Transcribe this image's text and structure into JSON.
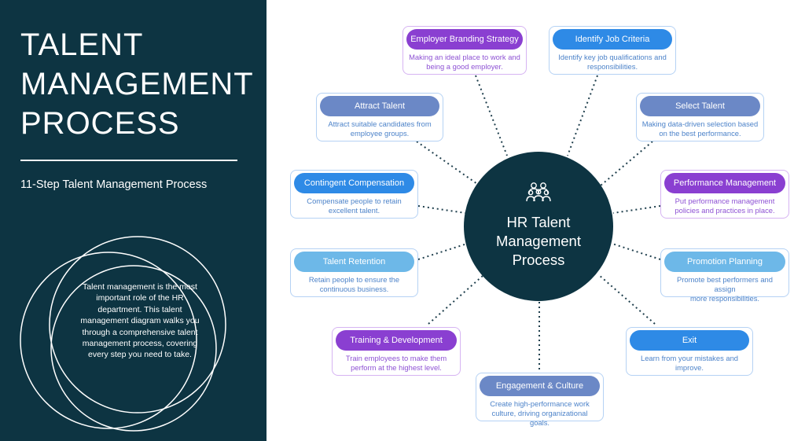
{
  "left": {
    "title_lines": [
      "TALENT",
      "MANAGEMENT",
      "PROCESS"
    ],
    "subtitle": "11-Step Talent Management Process",
    "intro": "Talent management is the most important role of the HR department. This talent management diagram walks you through a comprehensive talent management process, covering every step you need to take."
  },
  "hub": {
    "icon": "team-icon",
    "lines": [
      "HR Talent",
      "Management",
      "Process"
    ]
  },
  "steps": [
    {
      "title": "Employer Branding Strategy",
      "desc": [
        "Making an ideal place to work and",
        "being a good employer."
      ],
      "color": "#8a3fd1",
      "border": "purple"
    },
    {
      "title": "Identify Job Criteria",
      "desc": [
        "Identify key job qualifications and",
        "responsibilities."
      ],
      "color": "#2e8ae6",
      "border": "blue"
    },
    {
      "title": "Attract Talent",
      "desc": [
        "Attract suitable candidates from",
        "employee groups."
      ],
      "color": "#6b88c6",
      "border": "blue"
    },
    {
      "title": "Select Talent",
      "desc": [
        "Making data-driven selection based",
        "on the best performance."
      ],
      "color": "#6b88c6",
      "border": "blue"
    },
    {
      "title": "Contingent Compensation",
      "desc": [
        "Compensate people to retain",
        "excellent talent."
      ],
      "color": "#2e8ae6",
      "border": "blue"
    },
    {
      "title": "Performance Management",
      "desc": [
        "Put performance management",
        "policies and practices in place."
      ],
      "color": "#8a3fd1",
      "border": "purple"
    },
    {
      "title": "Talent Retention",
      "desc": [
        "Retain people to ensure the",
        "continuous business."
      ],
      "color": "#6db8e8",
      "border": "blue"
    },
    {
      "title": "Promotion Planning",
      "desc": [
        "Promote best performers and assign",
        "more responsibilities."
      ],
      "color": "#6db8e8",
      "border": "blue"
    },
    {
      "title": "Training & Development",
      "desc": [
        "Train employees to make them",
        "perform at the highest level."
      ],
      "color": "#8a3fd1",
      "border": "purple"
    },
    {
      "title": "Exit",
      "desc": [
        "Learn from your mistakes and",
        "improve."
      ],
      "color": "#2e8ae6",
      "border": "blue"
    },
    {
      "title": "Engagement & Culture",
      "desc": [
        "Create high-performance work",
        "culture, driving organizational goals."
      ],
      "color": "#6b88c6",
      "border": "blue"
    }
  ]
}
